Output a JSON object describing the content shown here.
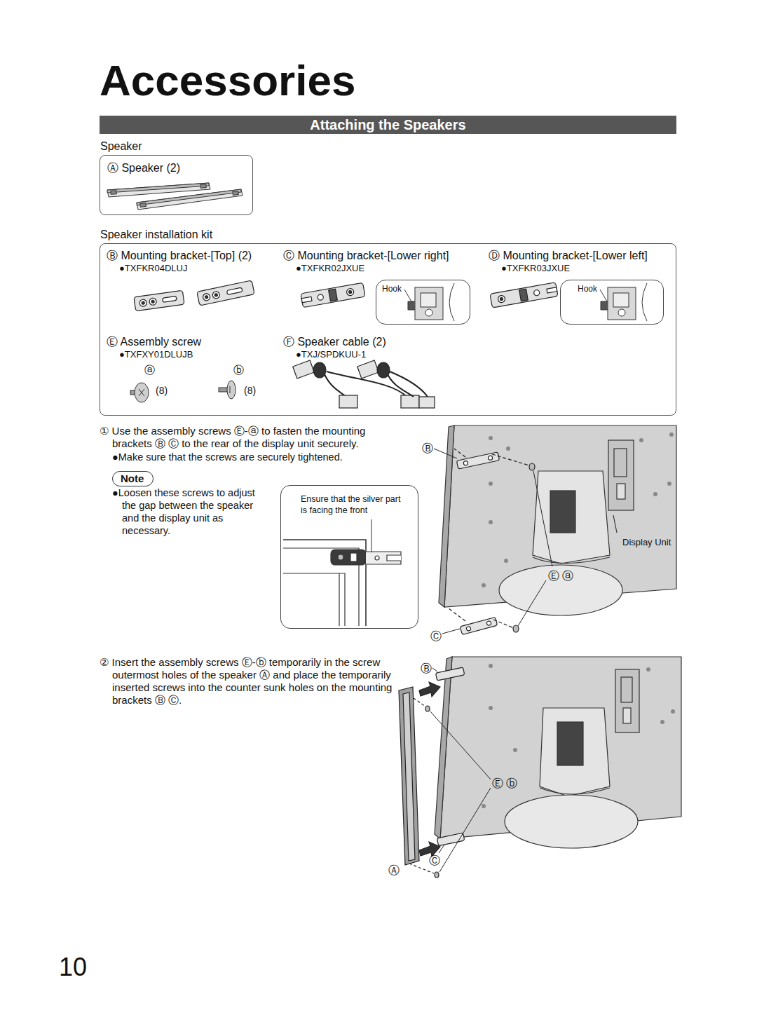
{
  "diagram": {
    "title": "Accessories",
    "nodes": [
      {
        "text": [
          "Attaching the Speakers"
        ]
      },
      {
        "text": [
          "Speaker",
          "Ⓐ Speaker (2)"
        ]
      },
      {
        "text": [
          "Speaker installation kit"
        ]
      },
      {
        "text": [
          "Hook"
        ],
        "in": 2
      },
      {
        "text": [
          "Hook"
        ],
        "in": 2
      },
      {
        "text": [
          "Note"
        ]
      },
      {
        "text": [
          "Ensure that the silver part is facing the front"
        ]
      }
    ],
    "labels": [
      "Ⓑ Mounting bracket-[Top] (2)",
      "●TXFKR04DLUJ",
      "Ⓒ Mounting bracket-[Lower right]",
      "●TXFKR02JXUE",
      "Ⓓ Mounting bracket-[Lower left]",
      "●TXFKR03JXUE",
      "Ⓔ Assembly screw",
      "●TXFXY01DLUJB",
      "Ⓕ Speaker cable (2)",
      "●TXJ/SPDKUU-1",
      "ⓐ",
      "ⓑ",
      "(8)",
      "(8)",
      "① Use the assembly screws Ⓔ-ⓐ to fasten the mounting brackets Ⓑ Ⓒ to the rear of the display unit securely.",
      "●Make sure that the screws are securely tightened.",
      "●Loosen these screws to adjust the gap between the speaker and the display unit as necessary.",
      "Ⓑ",
      "Display Unit",
      "Ⓔ ⓐ",
      "Ⓒ",
      "② Insert the assembly screws Ⓔ-ⓑ temporarily in the screw outermost holes of the speaker Ⓐ and place the temporarily inserted screws into the counter sunk holes on the mounting brackets Ⓑ Ⓒ.",
      "Ⓑ",
      "Ⓔ ⓑ",
      "Ⓒ",
      "Ⓐ",
      "10"
    ]
  }
}
